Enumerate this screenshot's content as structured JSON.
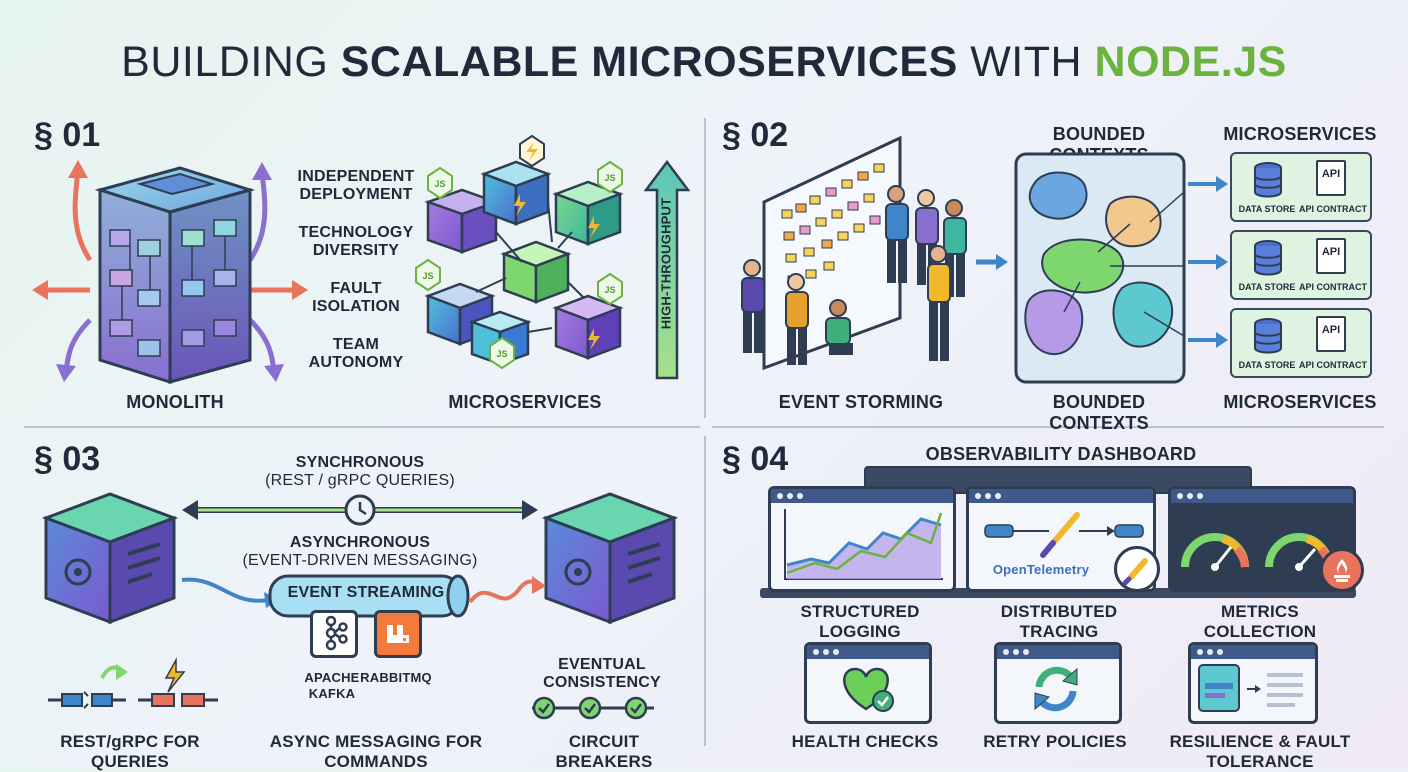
{
  "title": {
    "part1": "BUILDING ",
    "part2": "SCALABLE MICROSERVICES ",
    "part3": "WITH ",
    "part4": "NODE.JS"
  },
  "sections": {
    "s1": {
      "number": "§ 01",
      "monolith_label": "MONOLITH",
      "microservices_label": "MICROSERVICES",
      "benefits": [
        "INDEPENDENT DEPLOYMENT",
        "TECHNOLOGY DIVERSITY",
        "FAULT ISOLATION",
        "TEAM AUTONOMY"
      ],
      "throughput_label": "HIGH-THROUGHPUT",
      "js_badge": "JS"
    },
    "s2": {
      "number": "§ 02",
      "event_storming_label": "EVENT STORMING",
      "bounded_contexts_header": "BOUNDED CONTEXTS",
      "bounded_contexts_label": "BOUNDED CONTEXTS",
      "microservices_header": "MICROSERVICES",
      "microservices_label": "MICROSERVICES",
      "service_cards": [
        {
          "data_store": "DATA STORE",
          "api_contract": "API CONTRACT",
          "api": "API"
        },
        {
          "data_store": "DATA STORE",
          "api_contract": "API CONTRACT",
          "api": "API"
        },
        {
          "data_store": "DATA STORE",
          "api_contract": "API CONTRACT",
          "api": "API"
        }
      ]
    },
    "s3": {
      "number": "§ 03",
      "sync_title": "SYNCHRONOUS",
      "sync_sub": "(REST / gRPC QUERIES)",
      "async_title": "ASYNCHRONOUS",
      "async_sub": "(EVENT-DRIVEN MESSAGING)",
      "event_streaming": "EVENT STREAMING",
      "kafka": "APACHE KAFKA",
      "rabbitmq": "RABBITMQ",
      "eventual": "EVENTUAL CONSISTENCY",
      "bottom": [
        "REST/gRPC FOR QUERIES",
        "ASYNC MESSAGING FOR COMMANDS",
        "CIRCUIT BREAKERS"
      ]
    },
    "s4": {
      "number": "§ 04",
      "dashboard_title": "OBSERVABILITY DASHBOARD",
      "opentelemetry": "OpenTelemetry",
      "top_labels": [
        "STRUCTURED LOGGING",
        "DISTRIBUTED TRACING",
        "METRICS COLLECTION"
      ],
      "bottom_labels": [
        "HEALTH CHECKS",
        "RETRY POLICIES",
        "RESILIENCE & FAULT TOLERANCE"
      ]
    }
  },
  "colors": {
    "accent_green": "#6bb33e",
    "dark": "#1f2a3a",
    "teal": "#3fb6b0",
    "purple": "#8a6fd1",
    "blue": "#4a90d9"
  }
}
